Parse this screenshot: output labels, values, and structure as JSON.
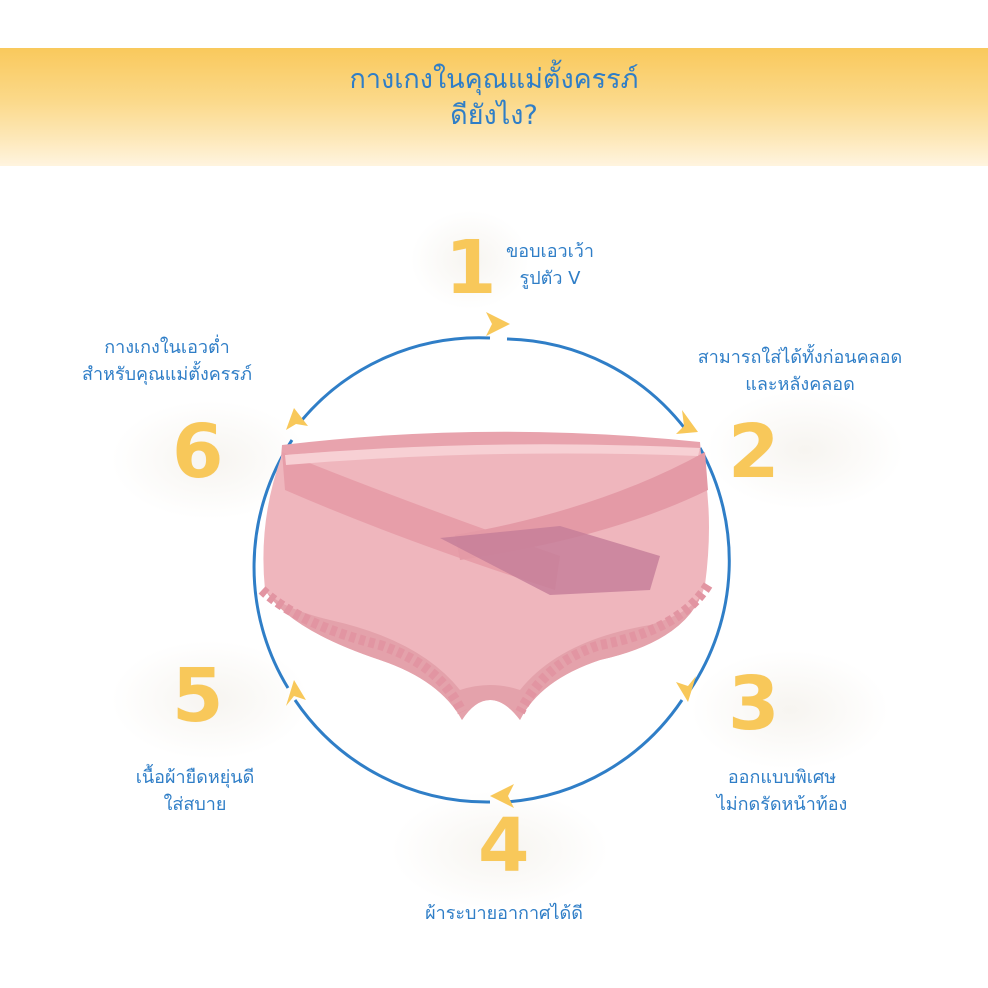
{
  "header": {
    "title_line1": "กางเกงในคุณแม่ตั้งครรภ์",
    "title_line2": "ดียังไง?"
  },
  "colors": {
    "text_blue": "#2f7ec7",
    "number_yellow": "#f8c85a",
    "ring_blue": "#2f7ec7",
    "arrow_yellow": "#f8c85a",
    "garment_pink": "#eeb3b8"
  },
  "features": [
    {
      "number": "1",
      "line1": "ขอบเอวเว้า",
      "line2": "รูปตัว V"
    },
    {
      "number": "2",
      "line1": "สามารถใส่ได้ทั้งก่อนคลอด",
      "line2": "และหลังคลอด"
    },
    {
      "number": "3",
      "line1": "ออกแบบพิเศษ",
      "line2": "ไม่กดรัดหน้าท้อง"
    },
    {
      "number": "4",
      "line1": "ผ้าระบายอากาศได้ดี",
      "line2": ""
    },
    {
      "number": "5",
      "line1": "เนื้อผ้ายืดหยุ่นดี",
      "line2": "ใส่สบาย"
    },
    {
      "number": "6",
      "line1": "กางเกงในเอวต่ำ",
      "line2": "สำหรับคุณแม่ตั้งครรภ์"
    }
  ]
}
